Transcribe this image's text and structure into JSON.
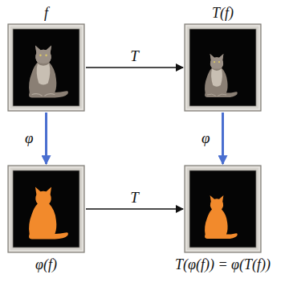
{
  "diagram": {
    "nodes": [
      {
        "text": [
          "f"
        ]
      },
      {
        "text": [
          "T(f)"
        ]
      },
      {
        "text": [
          "φ(f)"
        ]
      },
      {
        "text": [
          "T(φ(f)) = φ(T(f))"
        ]
      }
    ],
    "edges": [
      {
        "from": 0,
        "to": 1,
        "label": "T",
        "arrow": "to"
      },
      {
        "from": 0,
        "to": 2,
        "label": "φ",
        "arrow": "to"
      },
      {
        "from": 1,
        "to": 3,
        "label": "φ",
        "arrow": "to"
      },
      {
        "from": 2,
        "to": 3,
        "label": "T",
        "arrow": "to"
      }
    ]
  }
}
